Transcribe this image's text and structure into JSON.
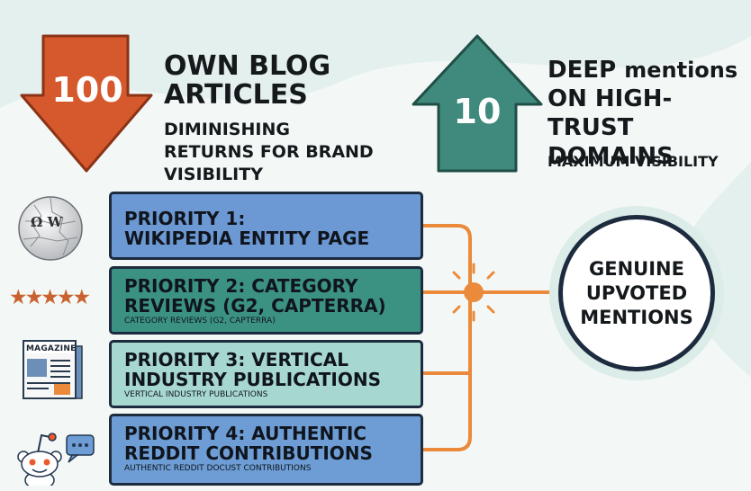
{
  "colors": {
    "arrow_down": "#d6592e",
    "arrow_up": "#3f8a7c",
    "priority_blue": "#6c98d3",
    "priority_green": "#3c9282",
    "priority_mint": "#a7d8d0",
    "connector": "#ea8a3a",
    "outline": "#1d2b3f"
  },
  "left_callout": {
    "number": "100",
    "icon": "arrow-down-icon",
    "title": "OWN BLOG ARTICLES",
    "subtitle": "DIMINISHING RETURNS FOR BRAND VISIBILITY"
  },
  "right_callout": {
    "number": "10",
    "icon": "arrow-up-icon",
    "title_strong": "DEEP",
    "title_rest": "mentions",
    "title_line2": "ON HIGH-TRUST DOMAINS",
    "subtitle": "MAXIMUM VISIBILITY"
  },
  "priorities": [
    {
      "icon": "wikipedia-globe-icon",
      "title": "PRIORITY 1:",
      "title2": "WIKIPEDIA ENTITY PAGE",
      "sub": ""
    },
    {
      "icon": "five-stars-icon",
      "title": "PRIORITY 2: CATEGORY",
      "title2": "REVIEWS (G2, CAPTERRA)",
      "sub": "CATEGORY REVIEWS (G2, CAPTERRA)"
    },
    {
      "icon": "magazine-icon",
      "icon_text": "MAGAZINE",
      "title": "PRIORITY 3: VERTICAL",
      "title2": "INDUSTRY PUBLICATIONS",
      "sub": "VERTICAL INDUSTRY PUBLICATIONS"
    },
    {
      "icon": "reddit-icon",
      "title": "PRIORITY 4: AUTHENTIC",
      "title2": "REDDIT CONTRIBUTIONS",
      "sub": "AUTHENTIC REDDIT DOCUST CONTRIBUTIONS"
    }
  ],
  "stars_glyphs": "★★★★★",
  "wiki_glyphs": "Ω W",
  "hub": {
    "label": "GENUINE UPVOTED MENTIONS"
  }
}
